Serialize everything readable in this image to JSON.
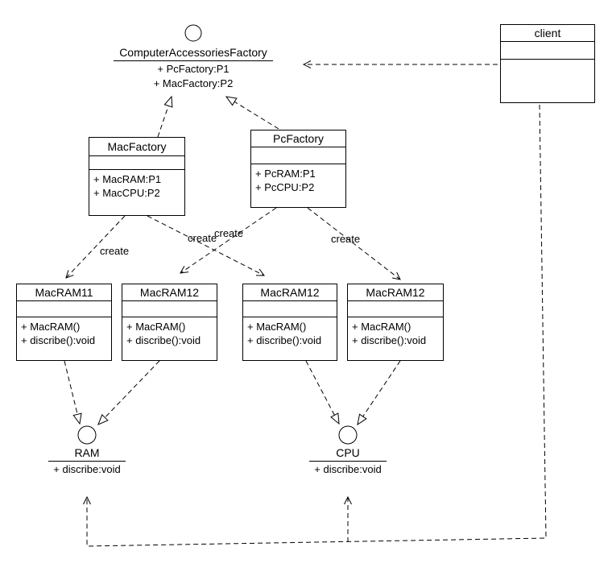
{
  "interfaces": {
    "factory": {
      "name": "ComputerAccessoriesFactory",
      "members": [
        "+ PcFactory:P1",
        "+ MacFactory:P2"
      ]
    },
    "ram": {
      "name": "RAM",
      "members": [
        "+ discribe:void"
      ]
    },
    "cpu": {
      "name": "CPU",
      "members": [
        "+ discribe:void"
      ]
    }
  },
  "classes": {
    "client": {
      "name": "client",
      "methods": []
    },
    "mac_factory": {
      "name": "MacFactory",
      "methods": [
        "+ MacRAM:P1",
        "+ MacCPU:P2"
      ]
    },
    "pc_factory": {
      "name": "PcFactory",
      "methods": [
        "+ PcRAM:P1",
        "+ PcCPU:P2"
      ]
    },
    "mac_ram11": {
      "name": "MacRAM11",
      "methods": [
        "+ MacRAM()",
        "+ discribe():void"
      ]
    },
    "mac_ram12_a": {
      "name": "MacRAM12",
      "methods": [
        "+ MacRAM()",
        "+ discribe():void"
      ]
    },
    "mac_ram12_b": {
      "name": "MacRAM12",
      "methods": [
        "+ MacRAM()",
        "+ discribe():void"
      ]
    },
    "mac_ram12_c": {
      "name": "MacRAM12",
      "methods": [
        "+ MacRAM()",
        "+ discribe():void"
      ]
    }
  },
  "labels": {
    "create": "create"
  },
  "colors": {
    "line": "#000000",
    "background": "#ffffff"
  }
}
